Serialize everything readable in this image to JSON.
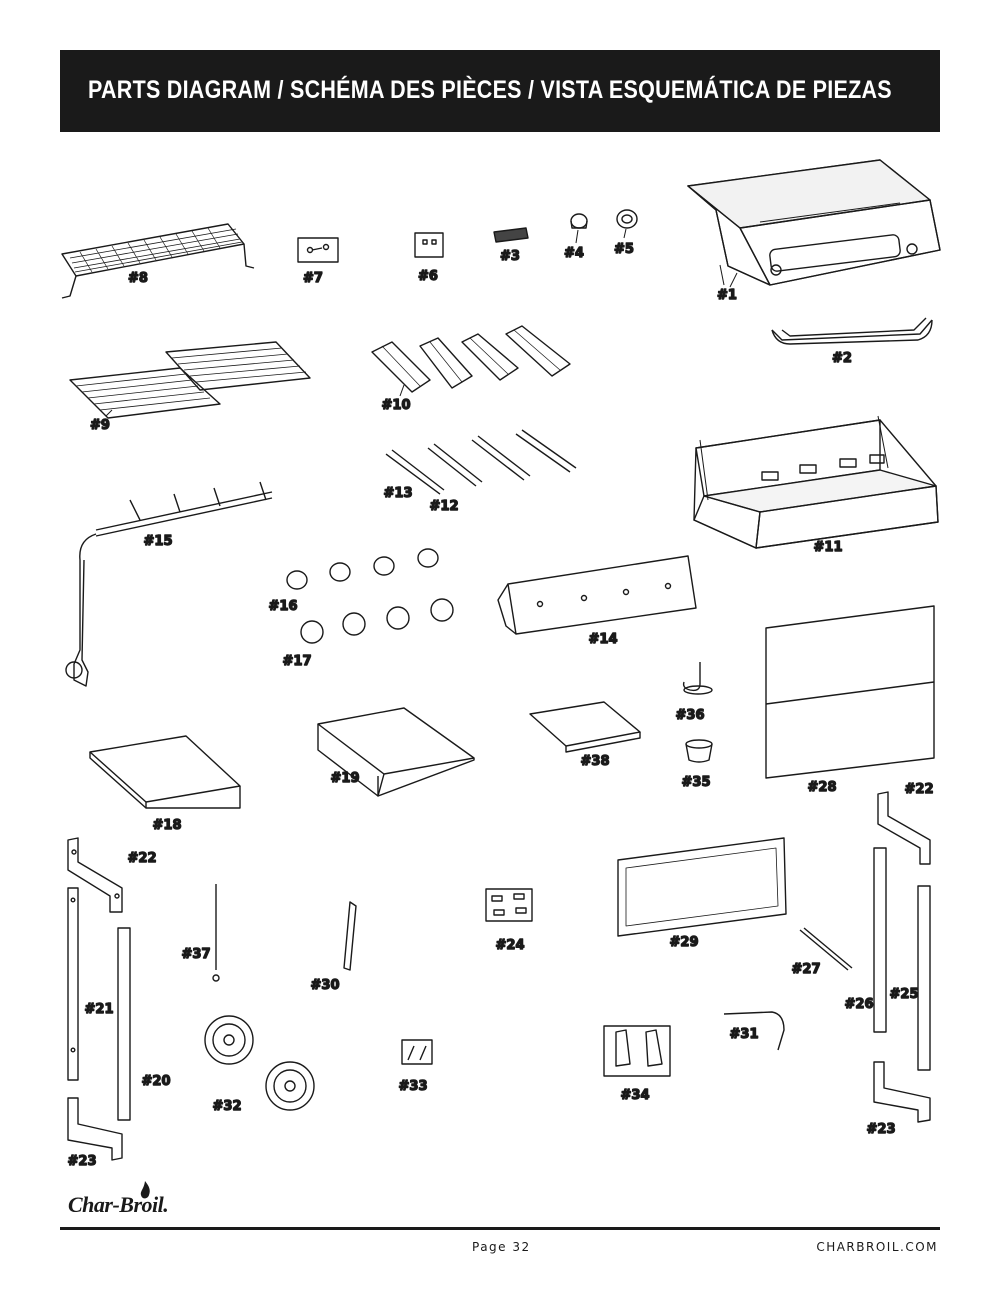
{
  "header": {
    "title": "PARTS DIAGRAM / SCHÉMA DES PIÈCES / VISTA ESQUEMÁTICA DE PIEZAS"
  },
  "labels": {
    "p1": "#1",
    "p2": "#2",
    "p3": "#3",
    "p4": "#4",
    "p5": "#5",
    "p6": "#6",
    "p7": "#7",
    "p8": "#8",
    "p9": "#9",
    "p10": "#10",
    "p11": "#11",
    "p12": "#12",
    "p13": "#13",
    "p14": "#14",
    "p15": "#15",
    "p16": "#16",
    "p17": "#17",
    "p18": "#18",
    "p19": "#19",
    "p20": "#20",
    "p21": "#21",
    "p22a": "#22",
    "p22b": "#22",
    "p23a": "#23",
    "p23b": "#23",
    "p24": "#24",
    "p25": "#25",
    "p26": "#26",
    "p27": "#27",
    "p28": "#28",
    "p29": "#29",
    "p30": "#30",
    "p31": "#31",
    "p32": "#32",
    "p33": "#33",
    "p34": "#34",
    "p35": "#35",
    "p36": "#36",
    "p37": "#37",
    "p38": "#38"
  },
  "footer": {
    "brand": "Char-Broil.",
    "page": "Page 32",
    "url": "CHARBROIL.COM"
  }
}
